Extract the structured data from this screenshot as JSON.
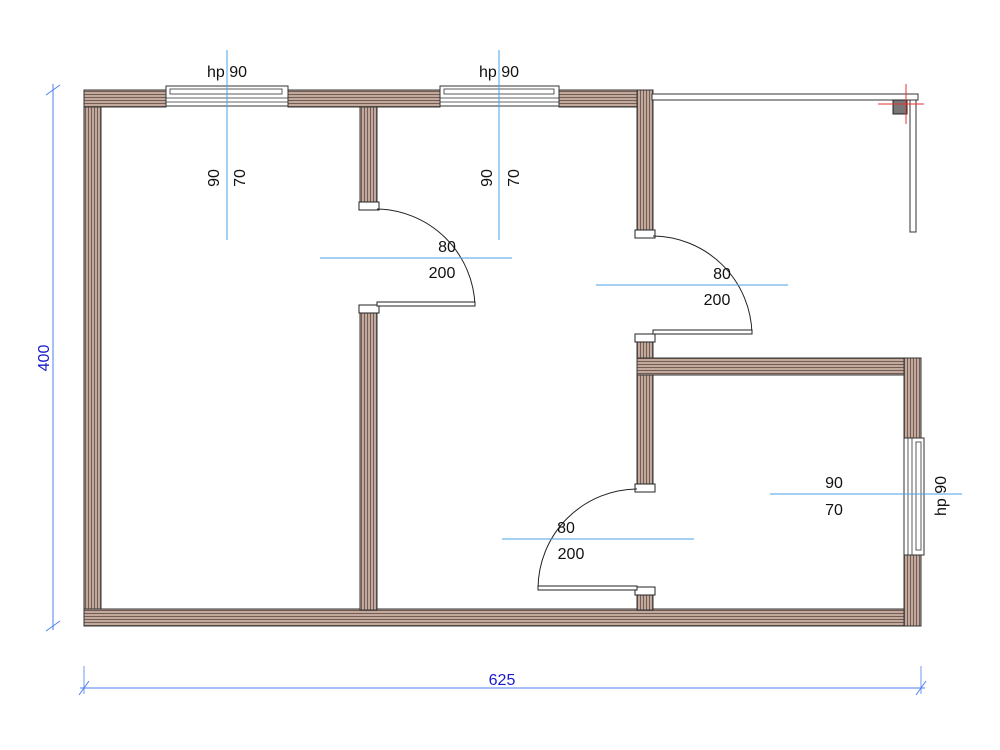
{
  "colors": {
    "wall_fill": "#c3a99c",
    "wall_hatch": "#5c4b44",
    "wall_outline": "#333333",
    "axis_line": "#4aa3e6",
    "dimension": "#4f7ff0",
    "dimension_text": "#1a1acc",
    "marker": "#e33333",
    "text": "#111111"
  },
  "windows": [
    {
      "id": "w1",
      "label": "hp 90",
      "width": "90",
      "height": "70"
    },
    {
      "id": "w2",
      "label": "hp 90",
      "width": "90",
      "height": "70"
    },
    {
      "id": "w3",
      "label": "hp 90",
      "width": "90",
      "height": "70"
    }
  ],
  "doors": [
    {
      "id": "d1",
      "width": "80",
      "height": "200"
    },
    {
      "id": "d2",
      "width": "80",
      "height": "200"
    },
    {
      "id": "d3",
      "width": "80",
      "height": "200"
    }
  ],
  "dimensions": {
    "overall_height": "400",
    "overall_width": "625"
  }
}
